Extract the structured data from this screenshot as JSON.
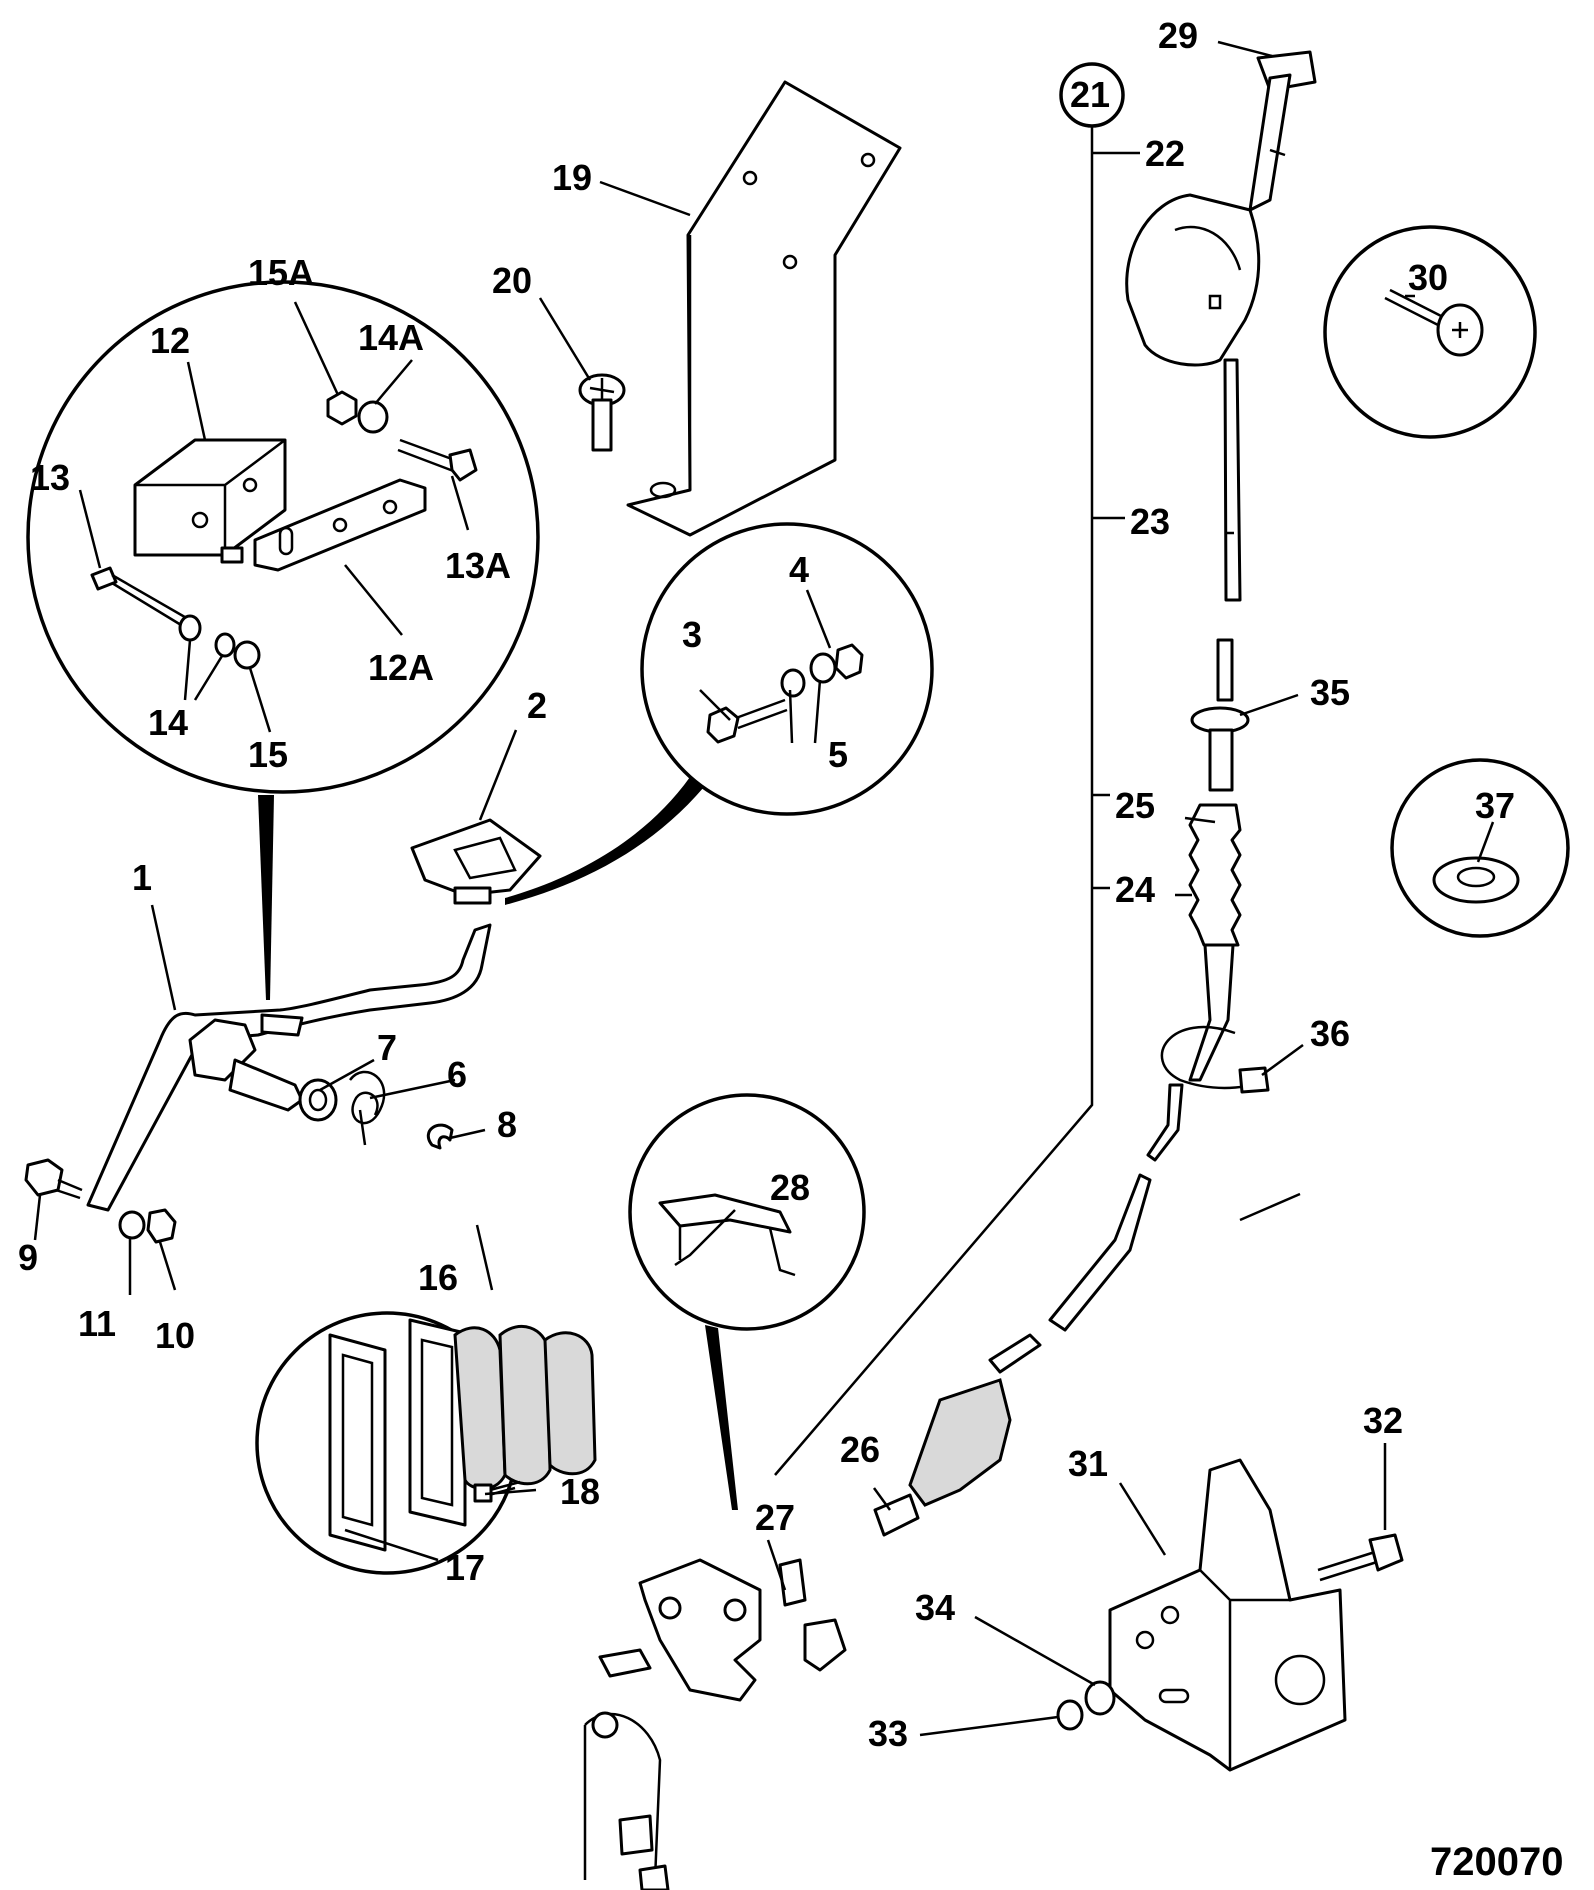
{
  "labels": {
    "l1": "1",
    "l2": "2",
    "l3": "3",
    "l4": "4",
    "l5": "5",
    "l6": "6",
    "l7": "7",
    "l8": "8",
    "l9": "9",
    "l10": "10",
    "l11": "11",
    "l12": "12",
    "l12a": "12A",
    "l13": "13",
    "l13a": "13A",
    "l14": "14",
    "l14a": "14A",
    "l15": "15",
    "l15a": "15A",
    "l16": "16",
    "l17": "17",
    "l18": "18",
    "l19": "19",
    "l20": "20",
    "l21": "21",
    "l22": "22",
    "l23": "23",
    "l24": "24",
    "l25": "25",
    "l26": "26",
    "l27": "27",
    "l28": "28",
    "l29": "29",
    "l30": "30",
    "l31": "31",
    "l32": "32",
    "l33": "33",
    "l34": "34",
    "l35": "35",
    "l36": "36",
    "l37": "37"
  },
  "drawing_number": "720070"
}
